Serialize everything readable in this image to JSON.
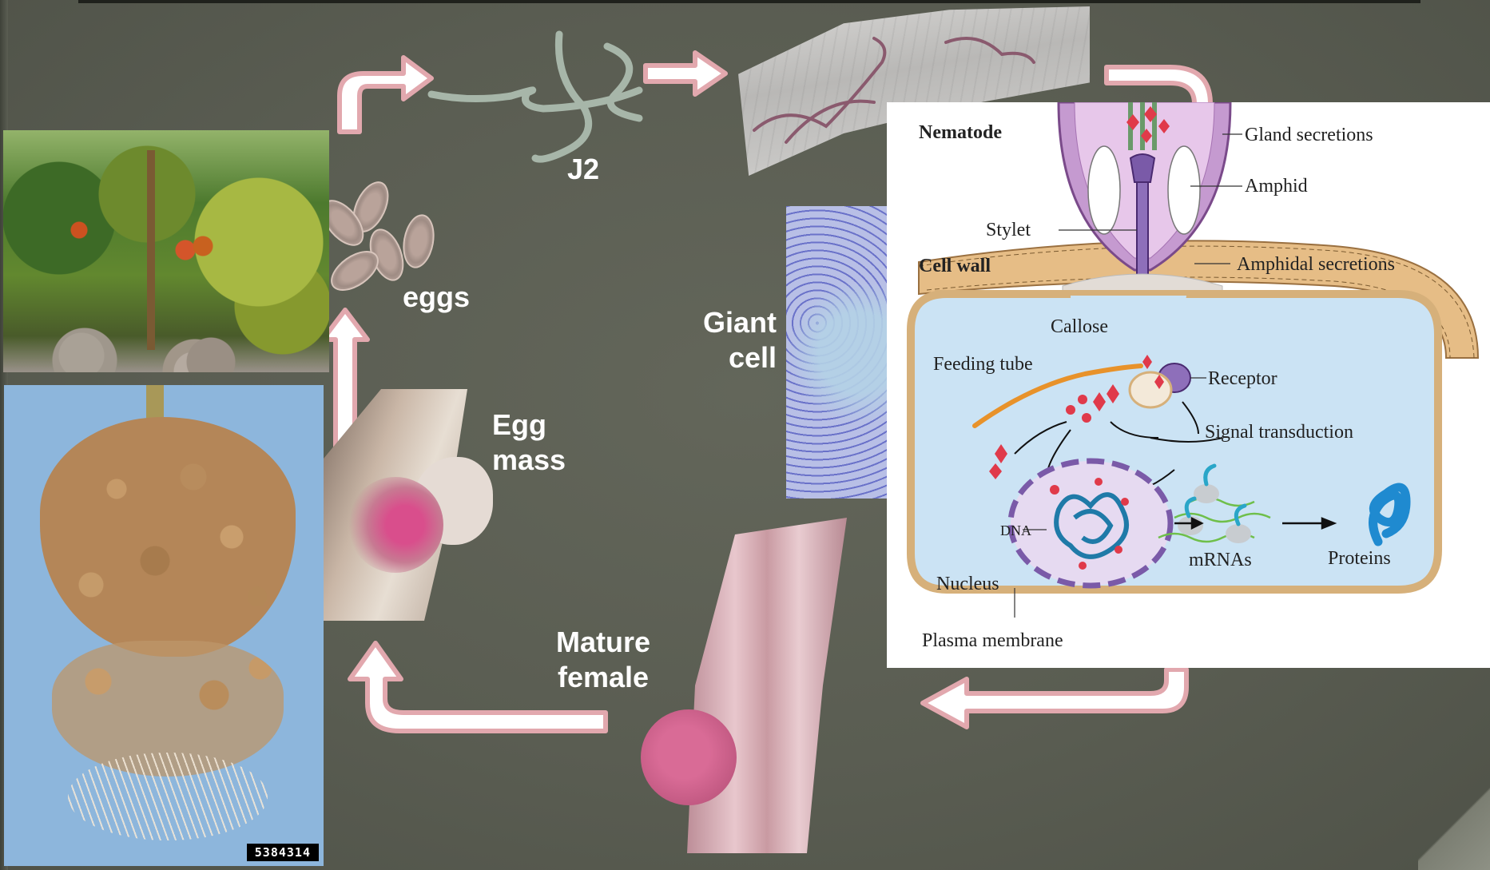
{
  "labels": {
    "j2": "J2",
    "eggs": "eggs",
    "giant_cell_line1": "Giant",
    "giant_cell_line2": "cell",
    "egg_mass_line1": "Egg",
    "egg_mass_line2": "mass",
    "mature_female_line1": "Mature",
    "mature_female_line2": "female"
  },
  "photo_stamp": "5384314",
  "diagram": {
    "nematode": "Nematode",
    "gland_secretions": "Gland secretions",
    "amphid": "Amphid",
    "stylet": "Stylet",
    "cell_wall": "Cell wall",
    "amphidal_secretions": "Amphidal secretions",
    "callose": "Callose",
    "feeding_tube": "Feeding tube",
    "receptor": "Receptor",
    "signal_transduction": "Signal transduction",
    "dna": "DNA",
    "nucleus": "Nucleus",
    "mrnas": "mRNAs",
    "proteins": "Proteins",
    "plasma_membrane": "Plasma membrane"
  },
  "colors": {
    "background": "#5b5e53",
    "arrow_fill": "#ffffff",
    "arrow_outline": "#e2a8ae",
    "label_text": "#ffffff",
    "cell_interior": "#cbe3f4",
    "cell_wall": "#d9a86a",
    "secretion": "#e03a4a"
  }
}
